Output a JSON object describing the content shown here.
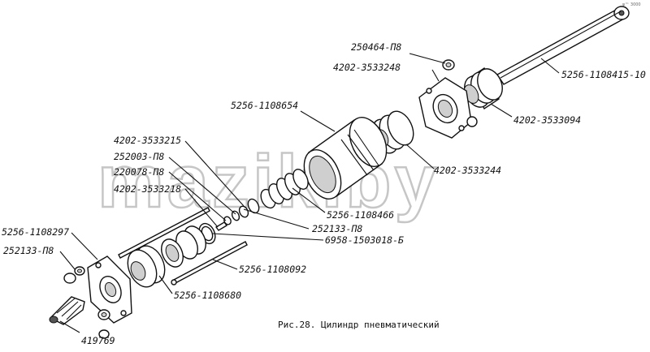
{
  "caption": "Рис.28. Цилиндр пневматический",
  "watermark": "mazik.by",
  "corner_mark": "ψ™ 3000",
  "labels": {
    "l_250464": "250464-П8",
    "l_3533248": "4202-3533248",
    "l_1108415": "5256-1108415-10",
    "l_1108654": "5256-1108654",
    "l_3533094": "4202-3533094",
    "l_3533215": "4202-3533215",
    "l_252003": "252003-П8",
    "l_220078": "220078-П8",
    "l_3533218": "4202-3533218",
    "l_3533244": "4202-3533244",
    "l_1108466": "5256-1108466",
    "l_252133a": "252133-П8",
    "l_6958": "6958-1503018-Б",
    "l_1108297": "5256-1108297",
    "l_252133b": "252133-П8",
    "l_1108092": "5256-1108092",
    "l_1108680": "5256-1108680",
    "l_419769": "419769"
  }
}
